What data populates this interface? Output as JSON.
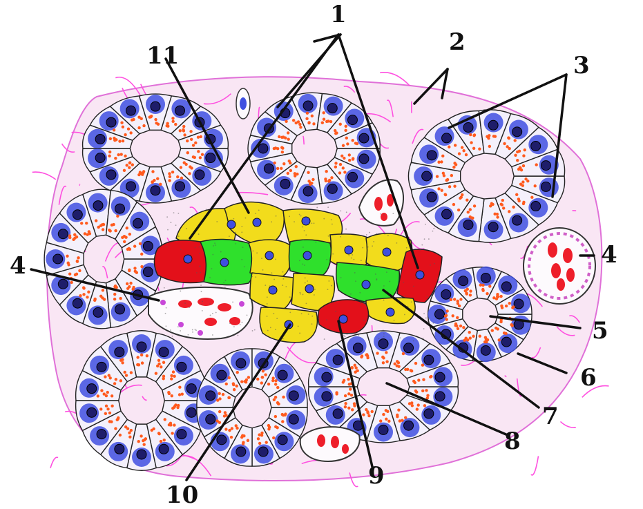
{
  "labels": {
    "l1": "1",
    "l2": "2",
    "l3": "3",
    "l4a": "4",
    "l4b": "4",
    "l5": "5",
    "l6": "6",
    "l7": "7",
    "l8": "8",
    "l9": "9",
    "l10": "10",
    "l11": "11"
  },
  "colors": {
    "background": "#ffffff",
    "connective_tissue": "#f9e6f4",
    "fiber": "#ff4fe0",
    "acinus_cell": "#f4f0fb",
    "acinus_basal": "#3f4fe0",
    "nucleus": "#1e1d6a",
    "zymogen_granule": "#ff5a1e",
    "islet_beta_cell": "#f2dc1c",
    "islet_delta_cell": "#2fe02c",
    "islet_alpha_cell": "#e3101a",
    "capillary_rbc": "#ee1e2a"
  },
  "icons": {
    "acinus": "acinus-icon",
    "islet": "islet-icon",
    "capillary": "capillary-icon"
  }
}
